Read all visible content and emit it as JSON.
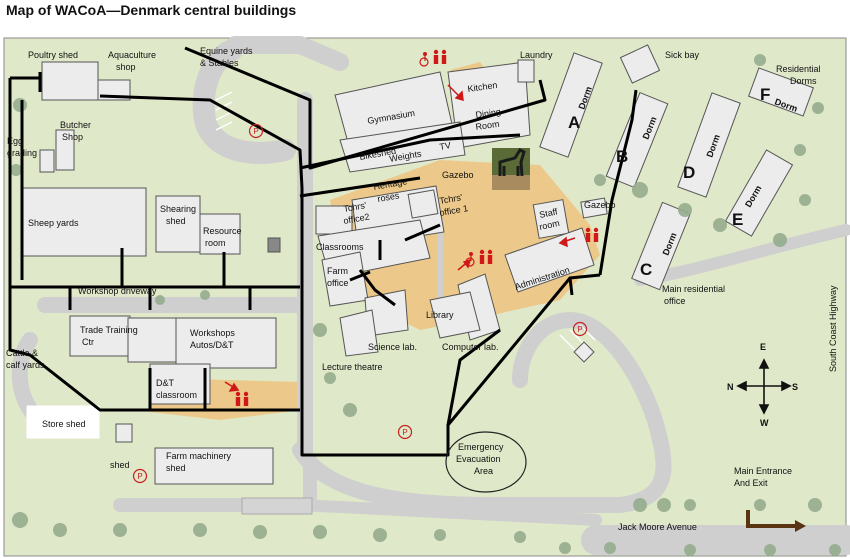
{
  "title": "Map of WACoA—Denmark central buildings",
  "labels": {
    "poultry_shed": "Poultry shed",
    "aquaculture_1": "Aquaculture",
    "aquaculture_2": "shop",
    "equine_1": "Equine yards",
    "equine_2": "& Stables",
    "laundry": "Laundry",
    "sick_bay": "Sick bay",
    "residential_1": "Residential",
    "residential_2": "Dorms",
    "butcher_1": "Butcher",
    "butcher_2": "Shop",
    "egg_1": "Egg",
    "egg_2": "grading",
    "gymnasium": "Gymnasium",
    "kitchen": "Kitchen",
    "dining_1": "Dining",
    "dining_2": "Room",
    "bikeshed": "Bikeshed",
    "weights": "Weights",
    "tv": "TV",
    "gazebo_1": "Gazebo",
    "gazebo_2": "Gazebo",
    "heritage_1": "Heritage",
    "heritage_2": "roses",
    "tchrs2_1": "Tchrs'",
    "tchrs2_2": "office2",
    "tchrs1_1": "Tchrs'",
    "tchrs1_2": "office 1",
    "classrooms": "Classrooms",
    "staff_1": "Staff",
    "staff_2": "room",
    "sheep_yards": "Sheep yards",
    "shearing_1": "Shearing",
    "shearing_2": "shed",
    "resource_1": "Resource",
    "resource_2": "room",
    "farm_office_1": "Farm",
    "farm_office_2": "office",
    "administration": "Administration",
    "main_res_1": "Main residential",
    "main_res_2": "office",
    "workshop_driveway": "Workshop driveway",
    "trade_1": "Trade Training",
    "trade_2": "Ctr",
    "workshops_1": "Workshops",
    "workshops_2": "Autos/D&T",
    "library": "Library",
    "science_lab": "Science lab.",
    "computer_lab": "Computer lab.",
    "lecture_theatre": "Lecture theatre",
    "cattle_1": "Cattle &",
    "cattle_2": "calf yards",
    "dt_1": "D&T",
    "dt_2": "classroom",
    "store_shed": "Store shed",
    "shed": "shed",
    "farm_mach_1": "Farm machinery",
    "farm_mach_2": "shed",
    "emergency_1": "Emergency",
    "emergency_2": "Evacuation",
    "emergency_3": "Area",
    "highway": "South Coast Highway",
    "main_entrance_1": "Main Entrance",
    "main_entrance_2": "And Exit",
    "avenue": "Jack Moore Avenue"
  },
  "dorms": [
    {
      "letter": "A",
      "word": "Dorm"
    },
    {
      "letter": "B",
      "word": "Dorm"
    },
    {
      "letter": "C",
      "word": "Dorm"
    },
    {
      "letter": "D",
      "word": "Dorm"
    },
    {
      "letter": "E",
      "word": "Dorm"
    },
    {
      "letter": "F",
      "word": "Dorm"
    }
  ],
  "compass": {
    "north": "N",
    "south": "S",
    "east": "E",
    "west": "W"
  },
  "parking_symbol": "P",
  "icons": [
    "parking-icon",
    "toilets-icon",
    "accessible-toilet-icon",
    "horse-statue-icon",
    "compass-rose-icon",
    "entrance-arrow-icon",
    "tree-icon"
  ],
  "colors": {
    "grass": "#dfe8c8",
    "building": "#ececec",
    "road": "#d3d3d3",
    "path": "#000000",
    "paving": "#ecc98a",
    "parking": "#c62020",
    "toilet": "#d01818",
    "tree": "#95ad8e"
  }
}
